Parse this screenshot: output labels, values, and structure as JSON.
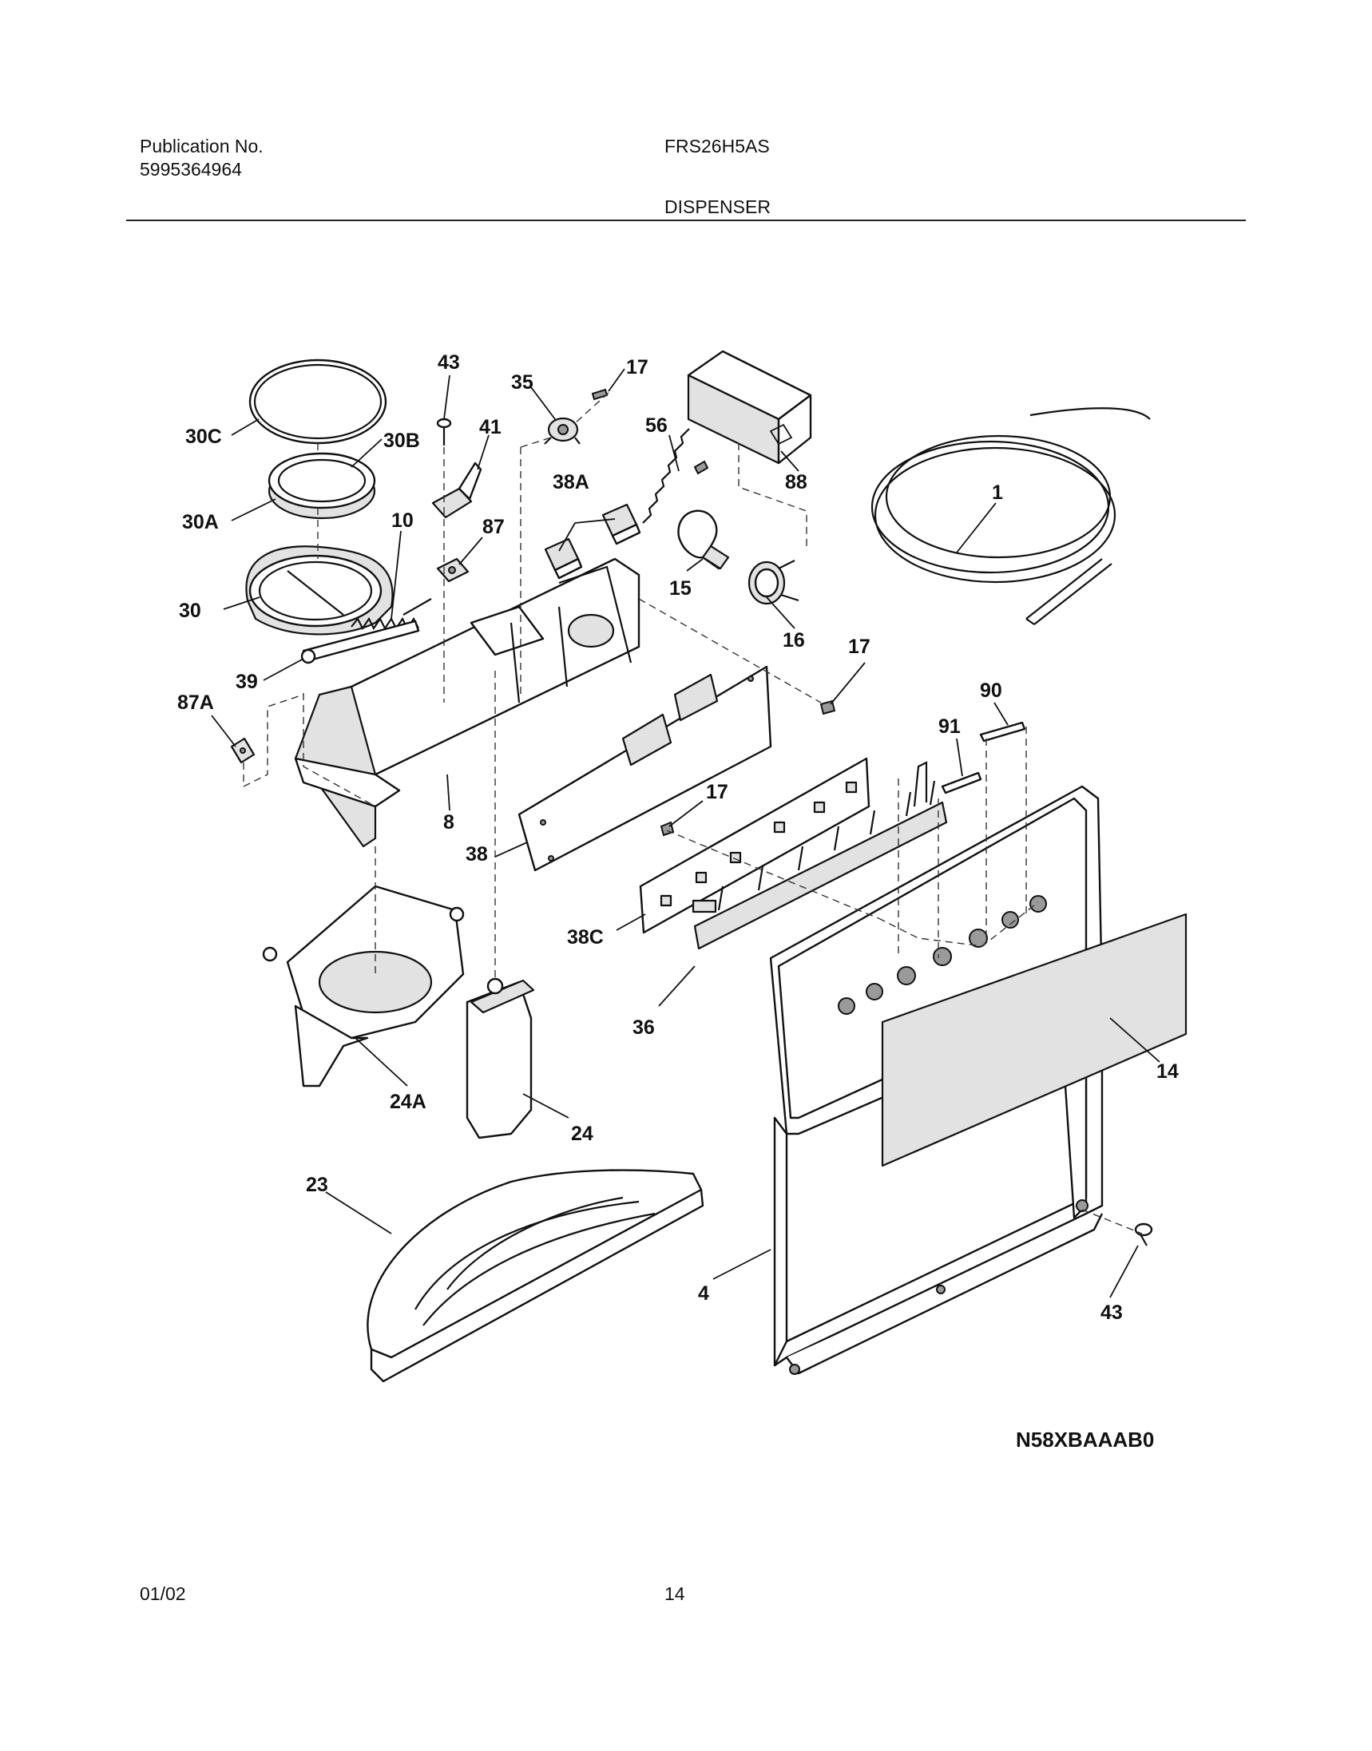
{
  "header": {
    "publication_label": "Publication No.",
    "publication_number": "5995364964",
    "model": "FRS26H5AS",
    "section_title": "DISPENSER"
  },
  "diagram": {
    "callouts": [
      {
        "id": "c-43a",
        "label": "43"
      },
      {
        "id": "c-35",
        "label": "35"
      },
      {
        "id": "c-17a",
        "label": "17"
      },
      {
        "id": "c-30c",
        "label": "30C"
      },
      {
        "id": "c-30b",
        "label": "30B"
      },
      {
        "id": "c-41",
        "label": "41"
      },
      {
        "id": "c-56",
        "label": "56"
      },
      {
        "id": "c-88",
        "label": "88"
      },
      {
        "id": "c-38a",
        "label": "38A"
      },
      {
        "id": "c-30a",
        "label": "30A"
      },
      {
        "id": "c-10",
        "label": "10"
      },
      {
        "id": "c-87",
        "label": "87"
      },
      {
        "id": "c-1",
        "label": "1"
      },
      {
        "id": "c-15",
        "label": "15"
      },
      {
        "id": "c-30",
        "label": "30"
      },
      {
        "id": "c-16",
        "label": "16"
      },
      {
        "id": "c-17b",
        "label": "17"
      },
      {
        "id": "c-39",
        "label": "39"
      },
      {
        "id": "c-87a",
        "label": "87A"
      },
      {
        "id": "c-90",
        "label": "90"
      },
      {
        "id": "c-91",
        "label": "91"
      },
      {
        "id": "c-17c",
        "label": "17"
      },
      {
        "id": "c-8",
        "label": "8"
      },
      {
        "id": "c-38",
        "label": "38"
      },
      {
        "id": "c-38c",
        "label": "38C"
      },
      {
        "id": "c-36",
        "label": "36"
      },
      {
        "id": "c-14",
        "label": "14"
      },
      {
        "id": "c-24a",
        "label": "24A"
      },
      {
        "id": "c-24",
        "label": "24"
      },
      {
        "id": "c-23",
        "label": "23"
      },
      {
        "id": "c-4",
        "label": "4"
      },
      {
        "id": "c-43b",
        "label": "43"
      }
    ],
    "drawing_code": "N58XBAAAB0"
  },
  "footer": {
    "date": "01/02",
    "page": "14"
  }
}
